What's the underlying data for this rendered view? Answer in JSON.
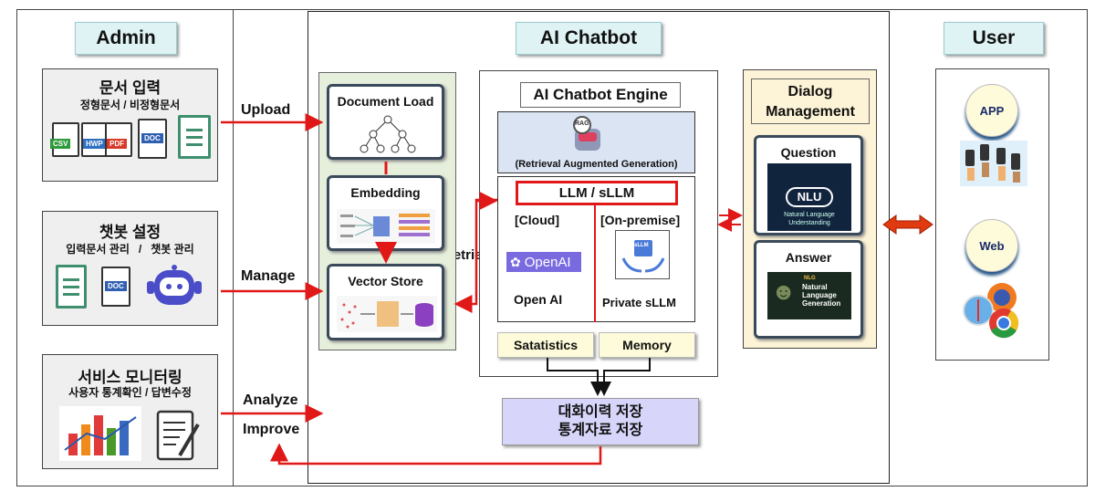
{
  "admin": {
    "title": "Admin",
    "box1": {
      "title": "문서 입력",
      "subtitle": "정형문서 / 비정형문서",
      "tags": [
        "CSV",
        "HWP",
        "PDF",
        "DOC"
      ]
    },
    "box2": {
      "title": "챗봇 설정",
      "subtitle": "입력문서 관리   /   챗봇 관리",
      "tags": [
        "DOC"
      ]
    },
    "box3": {
      "title": "서비스 모니터링",
      "subtitle": "사용자 통계확인 / 답변수정"
    }
  },
  "flows": {
    "upload": "Upload",
    "manage": "Manage",
    "analyze": "Analyze",
    "improve": "Improve",
    "retrieve": "Retrieve"
  },
  "chatbot": {
    "title": "AI Chatbot",
    "pipeline": {
      "document_load": "Document Load",
      "embedding": "Embedding",
      "vector_store": "Vector Store"
    },
    "engine": {
      "title": "AI Chatbot Engine",
      "rag_badge": "RAG",
      "rag": "(Retrieval Augmented Generation)",
      "llm": "LLM / sLLM",
      "cloud": "[Cloud]",
      "onprem": "[On-premise]",
      "openai_logo": "OpenAI",
      "openai": "Open AI",
      "sllm_badge": "sLLM",
      "private": "Private sLLM",
      "statistics": "Satatistics",
      "memory": "Memory"
    },
    "storage": {
      "line1": "대화이력 저장",
      "line2": "통계자료 저장"
    },
    "dialog": {
      "title_line1": "Dialog",
      "title_line2": "Management",
      "question": "Question",
      "nlu": "NLU",
      "nlu_full": "Natural Language Understanding",
      "answer": "Answer",
      "nlg_badge": "NLG",
      "nlg_full": "Natural Language Generation"
    }
  },
  "user": {
    "title": "User",
    "app": "APP",
    "web": "Web"
  },
  "colors": {
    "arrow": "#e01818",
    "pill": "#dff3f5",
    "panel_green": "#e6efdc",
    "panel_yellow": "#fdf3d6",
    "storage": "#d7d6fa"
  }
}
